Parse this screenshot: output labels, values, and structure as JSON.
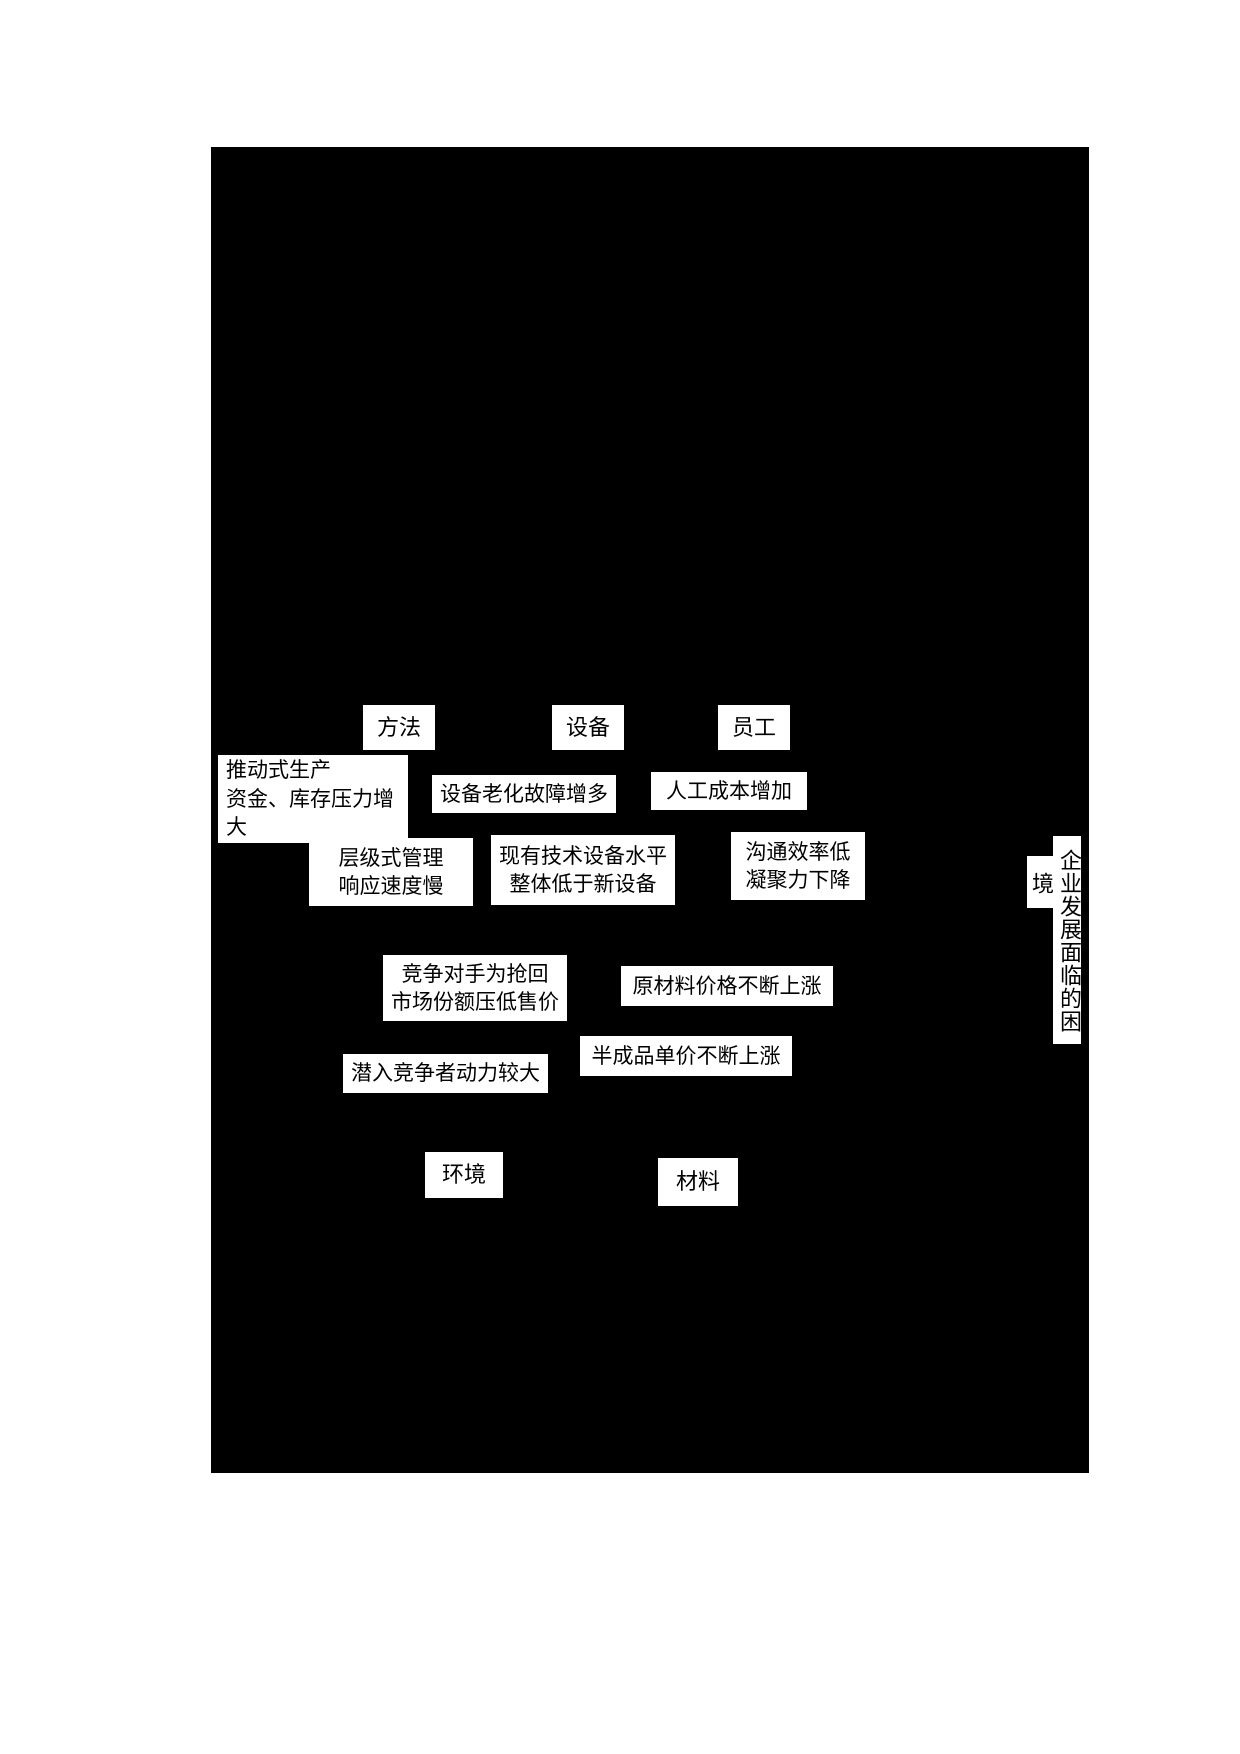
{
  "diagram": {
    "type": "fishbone",
    "effect": {
      "label_part_1": "境",
      "label_part_2": "企业发展面临的困"
    },
    "categories": [
      {
        "id": "method",
        "label": "方法"
      },
      {
        "id": "equipment",
        "label": "设备"
      },
      {
        "id": "staff",
        "label": "员工"
      },
      {
        "id": "environment",
        "label": "环境"
      },
      {
        "id": "material",
        "label": "材料"
      }
    ],
    "causes": [
      {
        "id": "push-production",
        "category": "method",
        "text": "推动式生产\n资金、库存压力增\n大"
      },
      {
        "id": "hierarchical",
        "category": "method",
        "text": "层级式管理\n响应速度慢"
      },
      {
        "id": "aging-equipment",
        "category": "equipment",
        "text": "设备老化故障增多"
      },
      {
        "id": "tech-level",
        "category": "equipment",
        "text": "现有技术设备水平\n整体低于新设备"
      },
      {
        "id": "labor-cost",
        "category": "staff",
        "text": "人工成本增加"
      },
      {
        "id": "communication",
        "category": "staff",
        "text": "沟通效率低\n凝聚力下降"
      },
      {
        "id": "competitor",
        "category": "environment",
        "text": "竞争对手为抢回\n市场份额压低售价"
      },
      {
        "id": "new-entrants",
        "category": "environment",
        "text": "潜入竞争者动力较大"
      },
      {
        "id": "raw-material",
        "category": "material",
        "text": "原材料价格不断上涨"
      },
      {
        "id": "semi-finished",
        "category": "material",
        "text": "半成品单价不断上涨"
      }
    ]
  }
}
